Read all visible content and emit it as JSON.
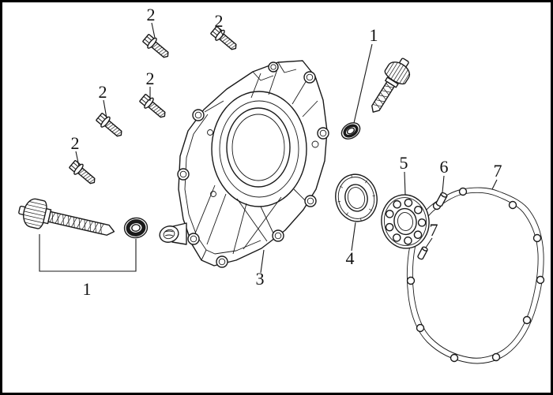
{
  "figure": {
    "kind": "exploded-parts-diagram",
    "background_color": "#ffffff",
    "line_color": "#1a1a1a",
    "frame_color": "#000000"
  },
  "callouts": [
    {
      "label": "2"
    },
    {
      "label": "2"
    },
    {
      "label": "1"
    },
    {
      "label": "2"
    },
    {
      "label": "2"
    },
    {
      "label": "2"
    },
    {
      "label": "5"
    },
    {
      "label": "6"
    },
    {
      "label": "7"
    },
    {
      "label": "7"
    },
    {
      "label": "4"
    },
    {
      "label": "3"
    },
    {
      "label": "1"
    }
  ]
}
